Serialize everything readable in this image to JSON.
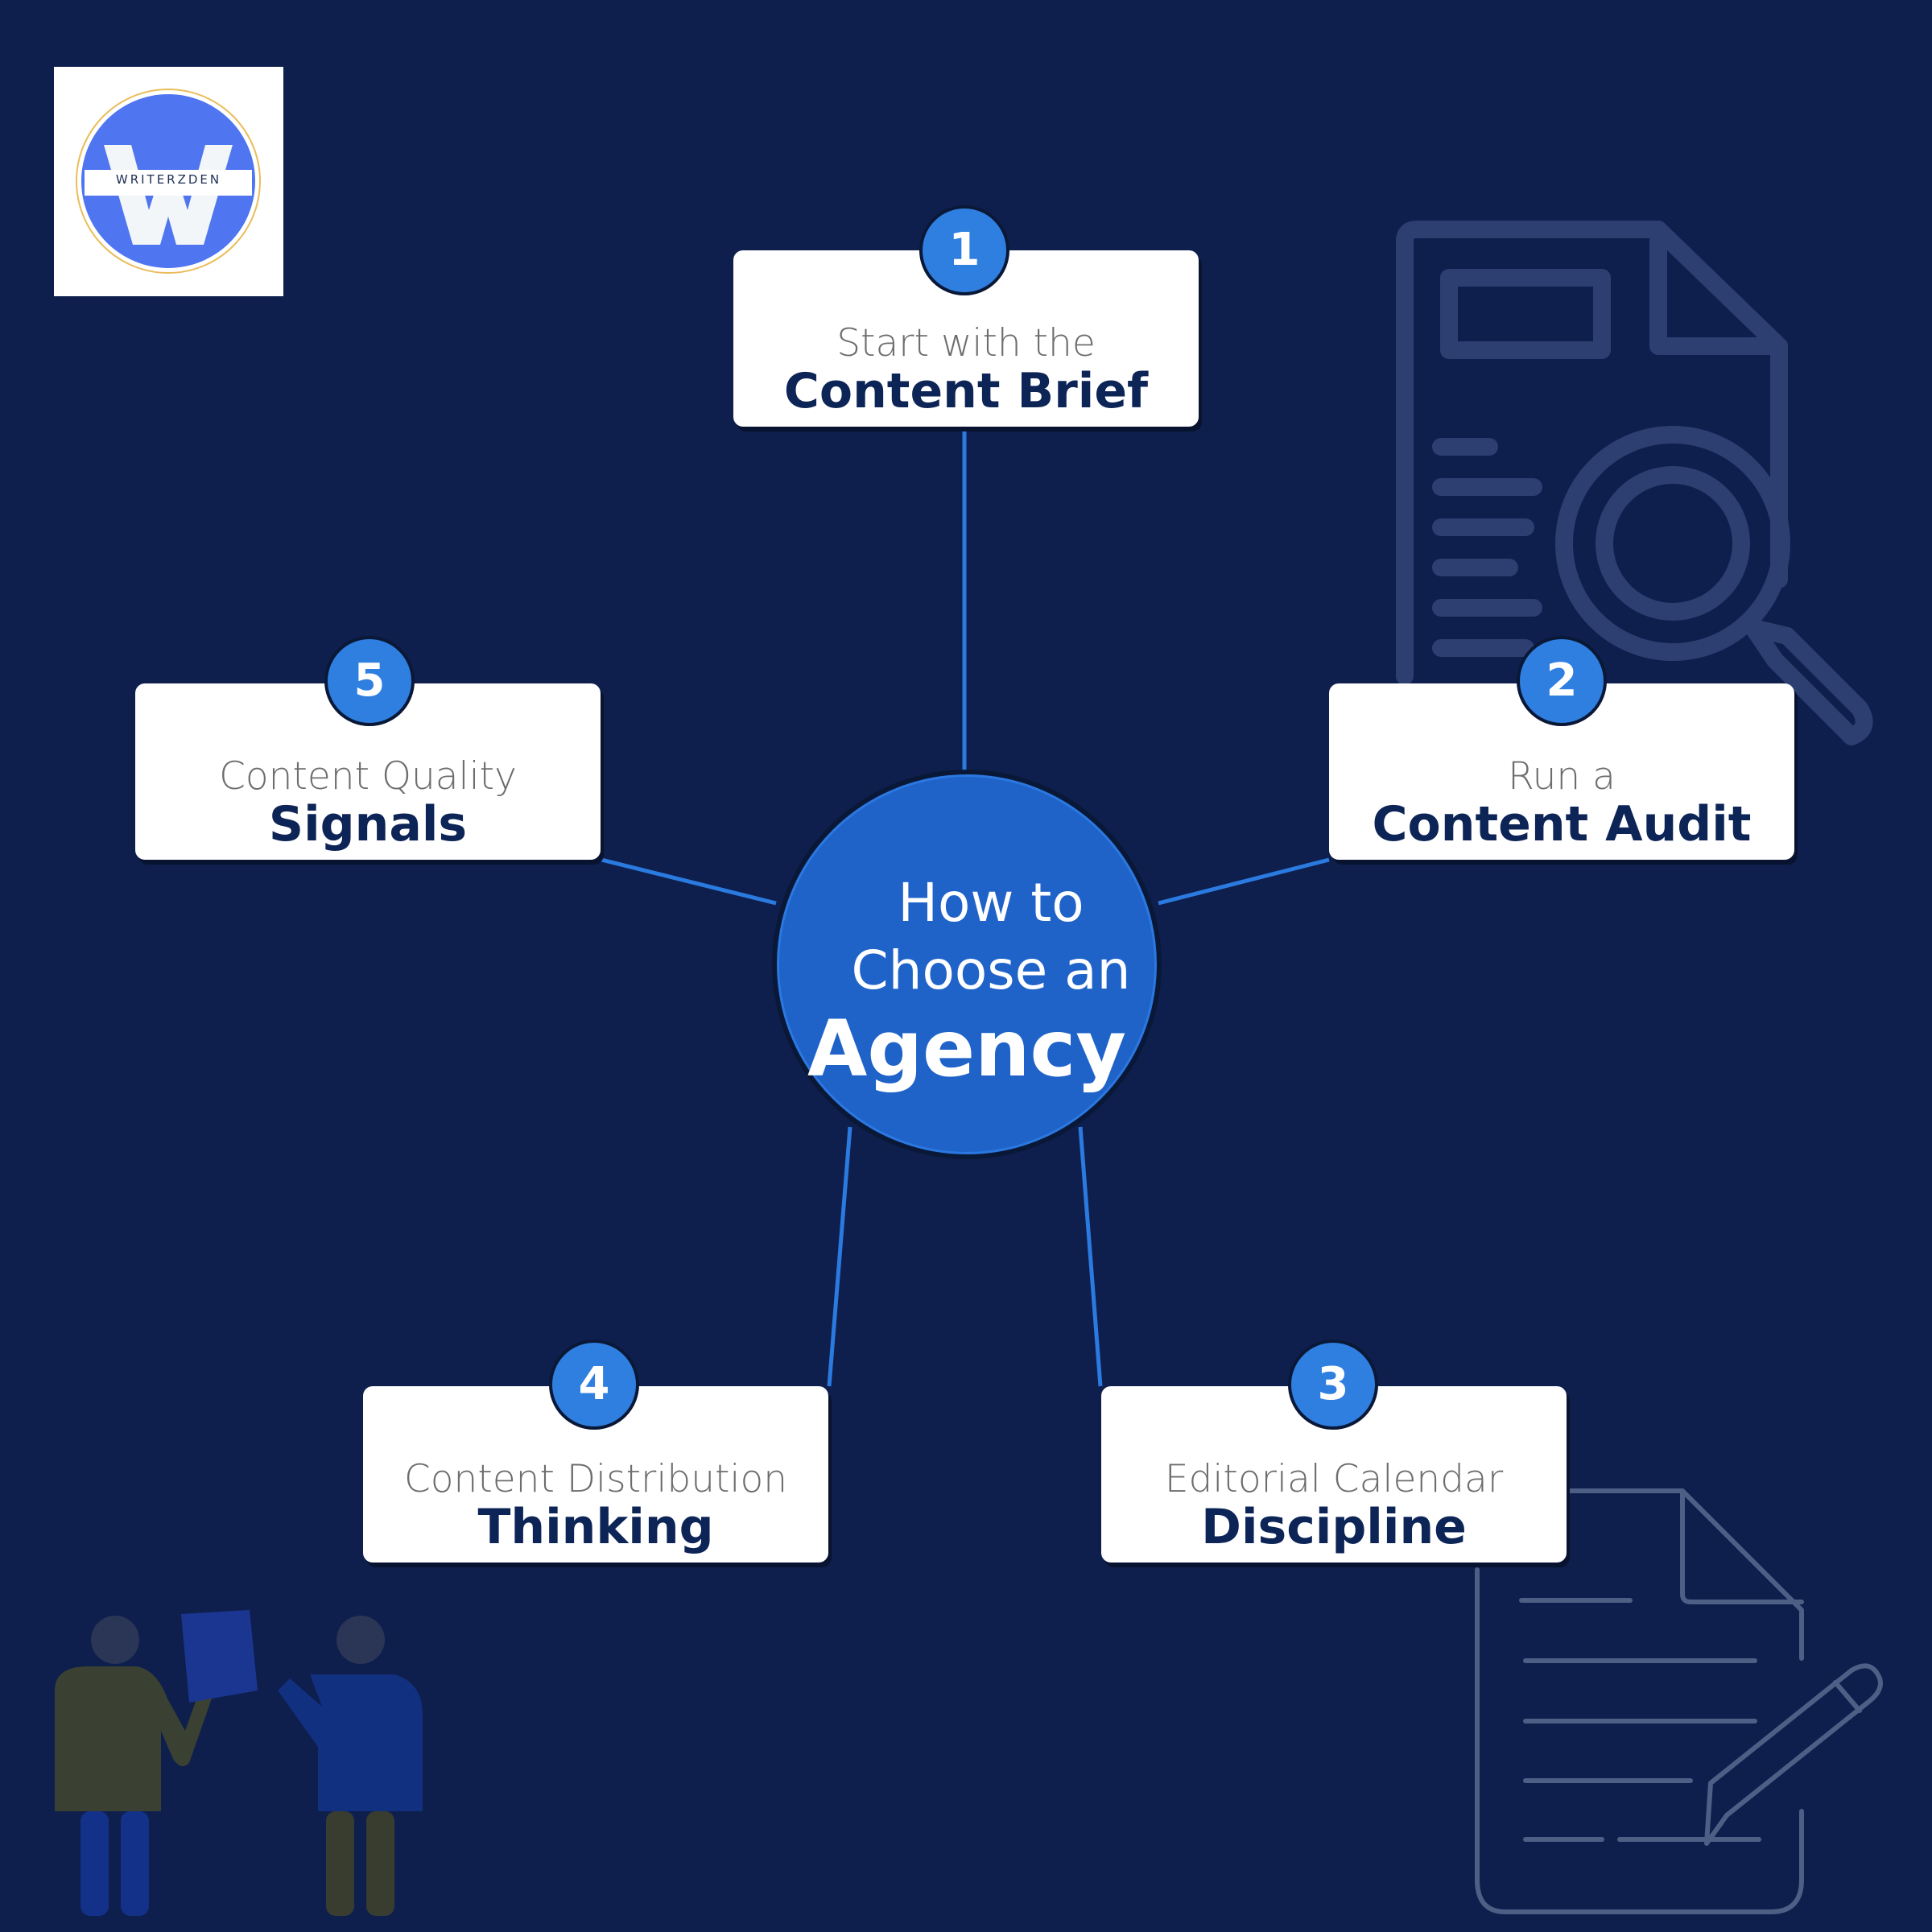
{
  "logo": {
    "text": "WRITERZDEN",
    "letter": "W"
  },
  "center": {
    "line1": "How to",
    "line2": "Choose an",
    "line3": "Agency"
  },
  "steps": [
    {
      "number": "1",
      "light": "Start with the",
      "bold": "Content Brief"
    },
    {
      "number": "2",
      "light": "Run a",
      "bold": "Content Audit"
    },
    {
      "number": "3",
      "light": "Editorial Calendar",
      "bold": "Discipline"
    },
    {
      "number": "4",
      "light": "Content Distribution",
      "bold": "Thinking"
    },
    {
      "number": "5",
      "light": "Content Quality",
      "bold": "Signals"
    }
  ],
  "colors": {
    "background": "#0e1f4d",
    "accent": "#2f7fe0",
    "hub": "#1f63c9",
    "title": "#0d2457",
    "connector": "#2a7ae0"
  }
}
